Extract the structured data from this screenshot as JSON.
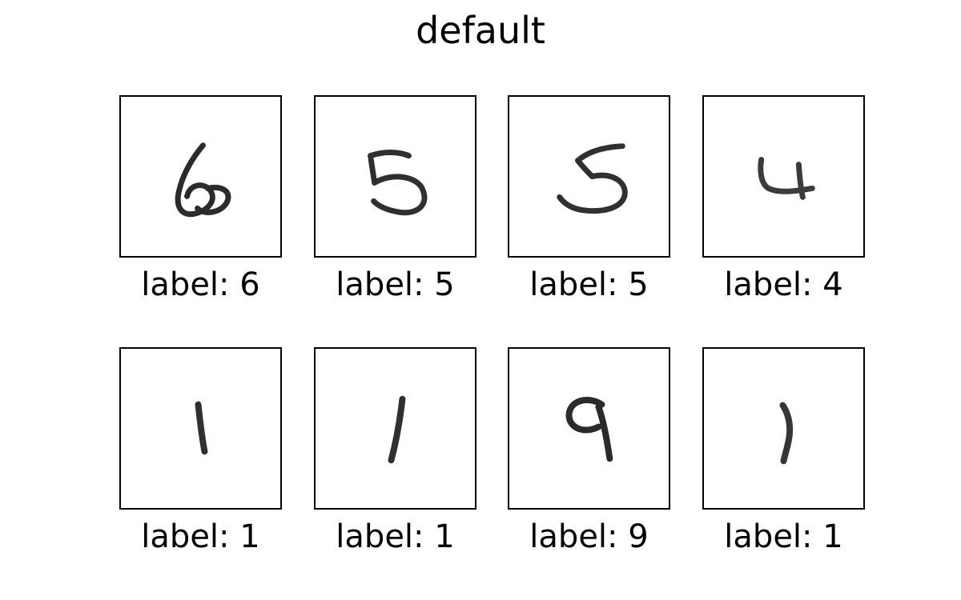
{
  "figure": {
    "title": "default",
    "panels": [
      {
        "label": "label: 6",
        "digit": "6"
      },
      {
        "label": "label: 5",
        "digit": "5"
      },
      {
        "label": "label: 5",
        "digit": "5"
      },
      {
        "label": "label: 4",
        "digit": "4"
      },
      {
        "label": "label: 1",
        "digit": "1"
      },
      {
        "label": "label: 1",
        "digit": "1"
      },
      {
        "label": "label: 9",
        "digit": "9"
      },
      {
        "label": "label: 1",
        "digit": "1"
      }
    ],
    "colors": {
      "ink": "#1a1a1a",
      "frame": "#000000",
      "background": "#ffffff"
    }
  }
}
